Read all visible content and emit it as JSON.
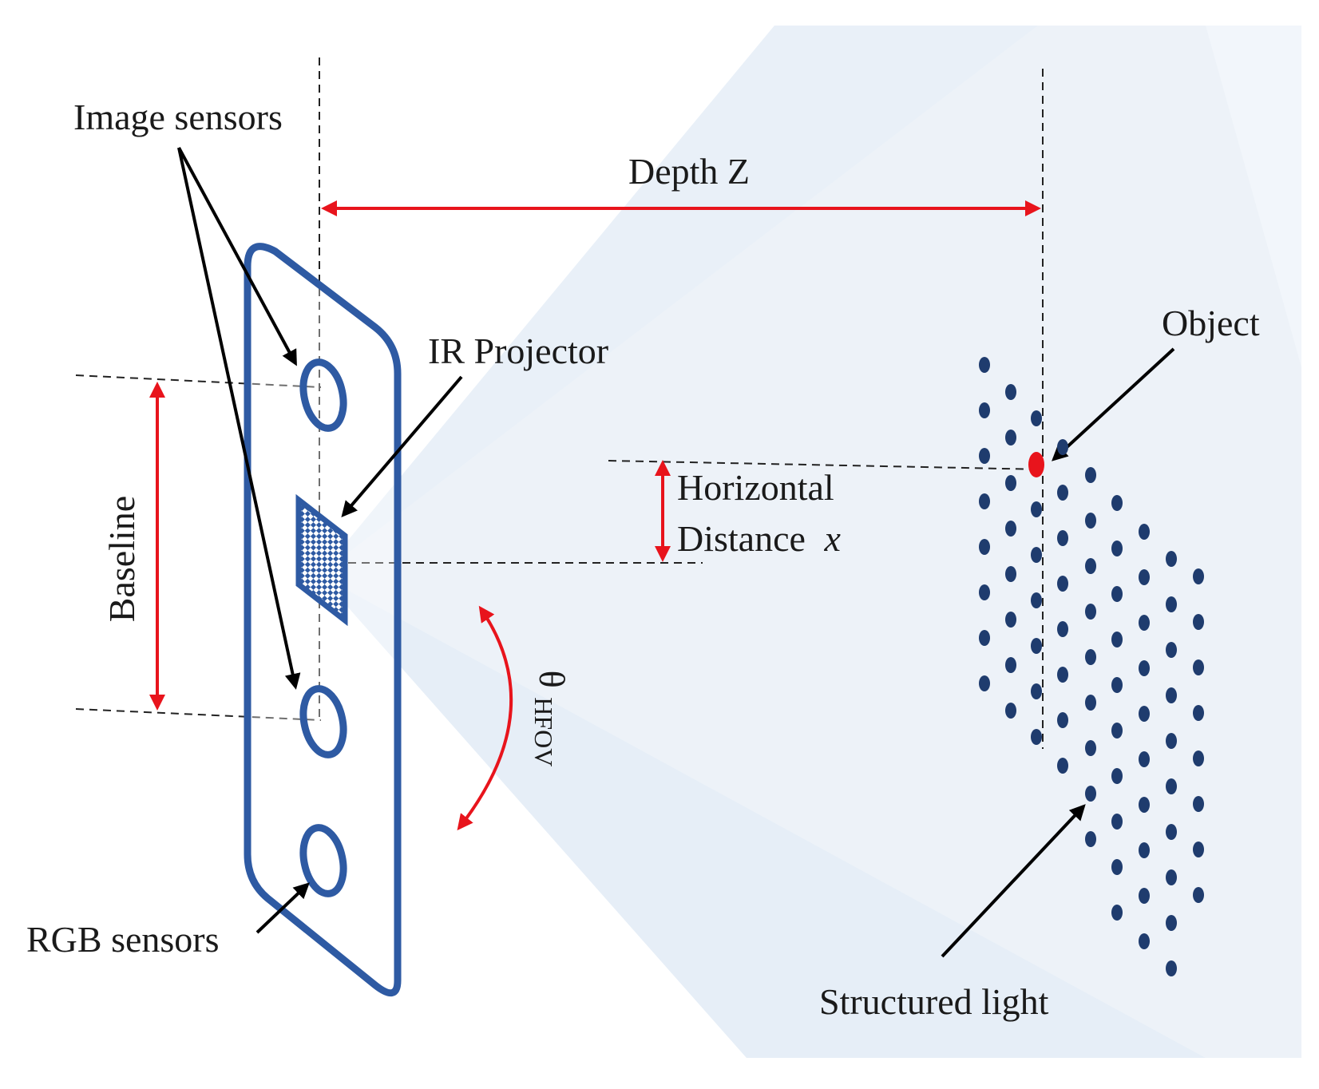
{
  "labels": {
    "image_sensors": "Image sensors",
    "depth": "Depth Z",
    "ir_projector": "IR Projector",
    "object": "Object",
    "horizontal_line1": "Horizontal",
    "horizontal_line2": "Distance",
    "horizontal_var": "x",
    "baseline": "Baseline",
    "fov_theta": "θ",
    "fov_sub": "HFOV",
    "rgb_sensors": "RGB sensors",
    "structured_light": "Structured light"
  },
  "colors": {
    "device_outline": "#2e5aa3",
    "dimension_arrow": "#e8141c",
    "dot": "#1f3c6e",
    "object_dot": "#e8141c",
    "beam": "#dde8f4",
    "background_panel": "#f1f5fa"
  }
}
